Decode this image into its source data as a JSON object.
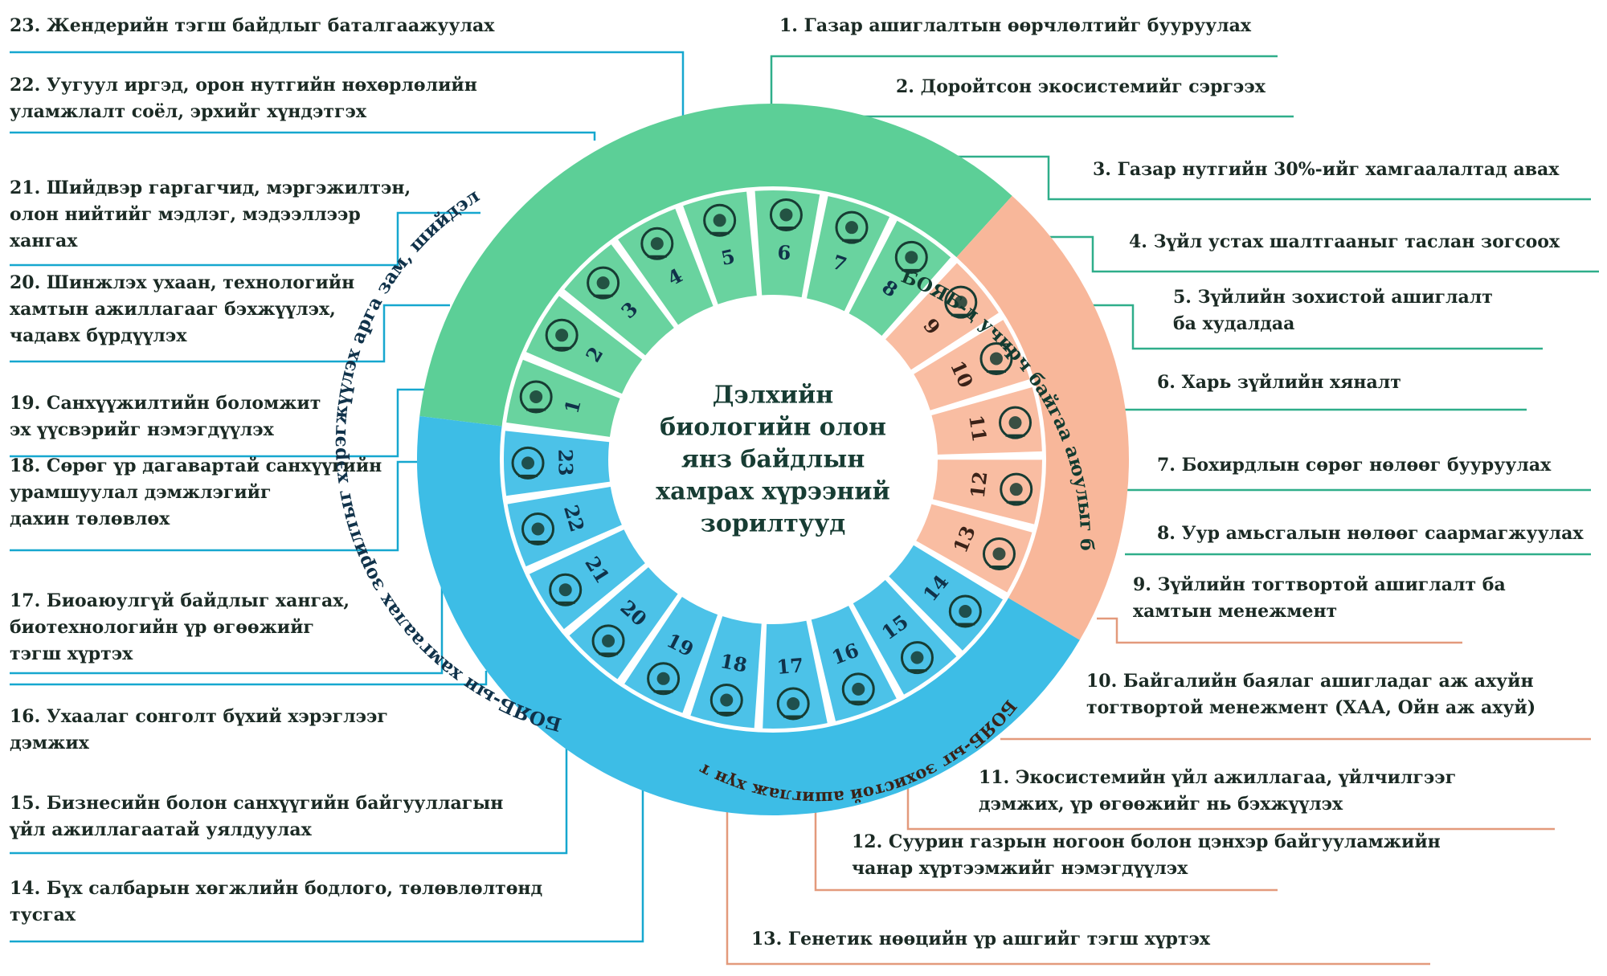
{
  "center_title": [
    "Дэлхийн",
    "биологийн олон",
    "янз байдлын",
    "хамрах хүрээний",
    "зорилтууд"
  ],
  "sections": [
    {
      "key": "green",
      "label": "БОЯБ-д учирч байгаа аюулыг бууруулах",
      "color": "#5ccf97"
    },
    {
      "key": "orange",
      "label": "БОЯБ-ыг зохистой ашиглаж хүн төрөлхтний хэрэгцээг хангах",
      "color": "#f8b79a"
    },
    {
      "key": "blue",
      "label": "БОЯБ-ын хамгаалах зорилтыг хэрэгжүүлэх арга зам, шийдэл",
      "color": "#3dbde6"
    }
  ],
  "wheel_numbers": [
    "1",
    "2",
    "3",
    "4",
    "5",
    "6",
    "7",
    "8",
    "9",
    "10",
    "11",
    "12",
    "13",
    "14",
    "15",
    "16",
    "17",
    "18",
    "19",
    "20",
    "21",
    "22",
    "23"
  ],
  "wheel_icons": [
    "hexagon-cluster-icon",
    "forest-icon",
    "water-wave-icon",
    "bird-hand-icon",
    "sprout-hand-icon",
    "bug-icon",
    "polluted-bottle-icon",
    "sun-bulb-icon",
    "butterfly-icon",
    "fish-icon",
    "hands-plant-icon",
    "city-icon",
    "scales-icon",
    "clipboard-icon",
    "presentation-icon",
    "lightbulb-icon",
    "molecule-icon",
    "coin-icon",
    "money-bag-icon",
    "handshake-icon",
    "network-icon",
    "team-icon",
    "gender-icon"
  ],
  "targets": [
    "1. Газар ашиглалтын өөрчлөлтийг бууруулах",
    "2. Доройтсон экосистемийг сэргээх",
    "3. Газар нутгийн 30%-ийг хамгаалалтад авах",
    "4. Зүйл устах шалтгааныг таслан зогсоох",
    "5. Зүйлийн зохистой ашиглалт\nба худалдаа",
    "6. Харь зүйлийн хяналт",
    "7. Бохирдлын сөрөг нөлөөг бууруулах",
    "8. Уур амьсгалын нөлөөг саармагжуулах",
    "9. Зүйлийн тогтвортой ашиглалт ба\nхамтын менежмент",
    "10. Байгалийн баялаг ашигладаг аж ахуйн\nтогтвортой менежмент (ХАА, Ойн аж ахуй)",
    "11. Экосистемийн үйл ажиллагаа, үйлчилгээг\nдэмжих, үр өгөөжийг нь бэхжүүлэх",
    "12. Суурин газрын ногоон болон цэнхэр байгууламжийн\nчанар хүртээмжийг нэмэгдүүлэх",
    "13. Генетик нөөцийн үр ашгийг тэгш хүртэх",
    "14. Бүх салбарын хөгжлийн бодлого, төлөвлөлтөнд\nтусгах",
    "15. Бизнесийн болон санхүүгийн байгууллагын\nүйл ажиллагаатай уялдуулах",
    "16. Ухаалаг сонголт бүхий хэрэглээг\nдэмжих",
    "17. Биоаюулгүй байдлыг хангах,\nбиотехнологийн үр өгөөжийг\nтэгш хүртэх",
    "18. Сөрөг үр дагавартай санхүүгийн\nурамшуулал дэмжлэгийг\nдахин төлөвлөх",
    "19. Санхүүжилтийн боломжит\nэх үүсвэрийг нэмэгдүүлэх",
    "20. Шинжлэх ухаан, технологийн\nхамтын ажиллагааг бэхжүүлэх,\nчадавх бүрдүүлэх",
    "21. Шийдвэр гаргагчид, мэргэжилтэн,\nолон нийтийг мэдлэг, мэдээллээр\nхангах",
    "22. Уугуул иргэд, орон нутгийн нөхөрлөлийн\nуламжлалт соёл, эрхийг хүндэтгэх",
    "23. Жендерийн тэгш байдлыг баталгаажуулах"
  ]
}
